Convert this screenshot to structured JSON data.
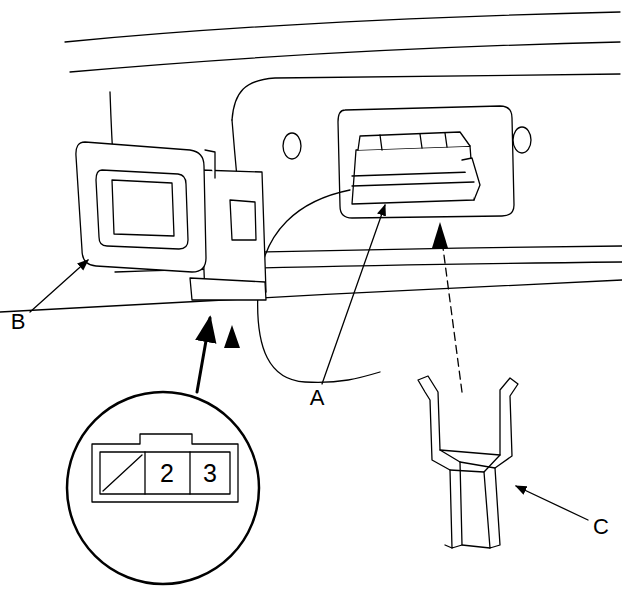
{
  "diagram": {
    "labels": [
      "B",
      "A",
      "2",
      "3",
      "C"
    ]
  }
}
